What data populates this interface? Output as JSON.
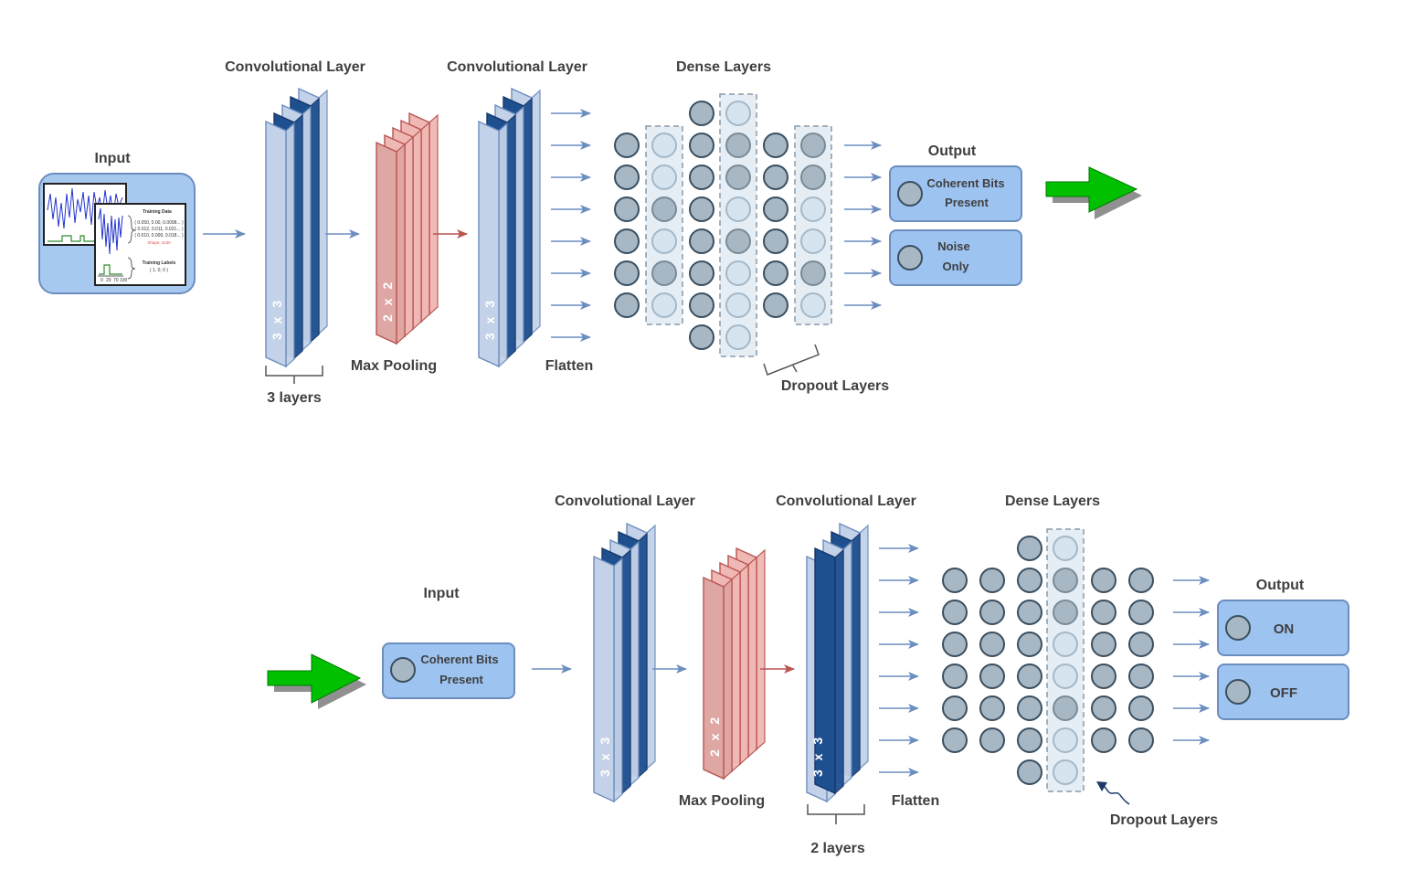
{
  "colors": {
    "conv_face": "#c3d2e8",
    "conv_dark": "#1e4f8f",
    "conv_edge": "#6c8ebf",
    "pool_face": "#f0b8b4",
    "pool_edge": "#b85450",
    "node_fill": "#a8b7c4",
    "node_edge": "#3a4f60",
    "ghost_fill": "#d6e4ef",
    "ghost_edge": "#a4b8c8",
    "box_fill": "#9dc3f0",
    "box_edge": "#6c8ebf",
    "arrow_blue": "#6c8ebf",
    "arrow_red": "#b85450",
    "big_arrow": "#00c000"
  },
  "icons": [
    "arrow-icon",
    "big-green-arrow-icon",
    "neuron-icon",
    "chart-icon"
  ],
  "top": {
    "input_label": "Input",
    "training_data_title": "Training Data",
    "training_data_rows": [
      "( 0.050, 0.00, 0.0098... )",
      "( 0.012, 0.011, 0.021... )",
      "( 0.010, 0.009, 0.018... )"
    ],
    "training_shape": "Shape: 3x30",
    "training_labels_title": "Training Labels",
    "training_labels_value": "( 1, 0, 0 )",
    "chart_ticks": [
      "0",
      "20",
      "70",
      "100"
    ],
    "conv1_label": "Convolutional Layer",
    "conv1_kernel": "3 x 3",
    "conv1_count": "3 layers",
    "pool_label": "Max Pooling",
    "pool_kernel": "2 x 2",
    "conv2_label": "Convolutional Layer",
    "conv2_kernel": "3 x 3",
    "flatten_label": "Flatten",
    "dense_label": "Dense Layers",
    "dropout_label": "Dropout Layers",
    "output_label": "Output",
    "output_1": [
      "Coherent Bits",
      "Present"
    ],
    "output_2": [
      "Noise",
      "Only"
    ]
  },
  "bottom": {
    "input_label": "Input",
    "input_box": [
      "Coherent Bits",
      "Present"
    ],
    "conv1_label": "Convolutional Layer",
    "conv1_kernel": "3 x 3",
    "pool_label": "Max Pooling",
    "pool_kernel": "2 x 2",
    "conv2_label": "Convolutional Layer",
    "conv2_kernel": "3 x 3",
    "conv2_count": "2 layers",
    "flatten_label": "Flatten",
    "dense_label": "Dense Layers",
    "dropout_label": "Dropout Layers",
    "output_label": "Output",
    "output_1": "ON",
    "output_2": "OFF"
  }
}
